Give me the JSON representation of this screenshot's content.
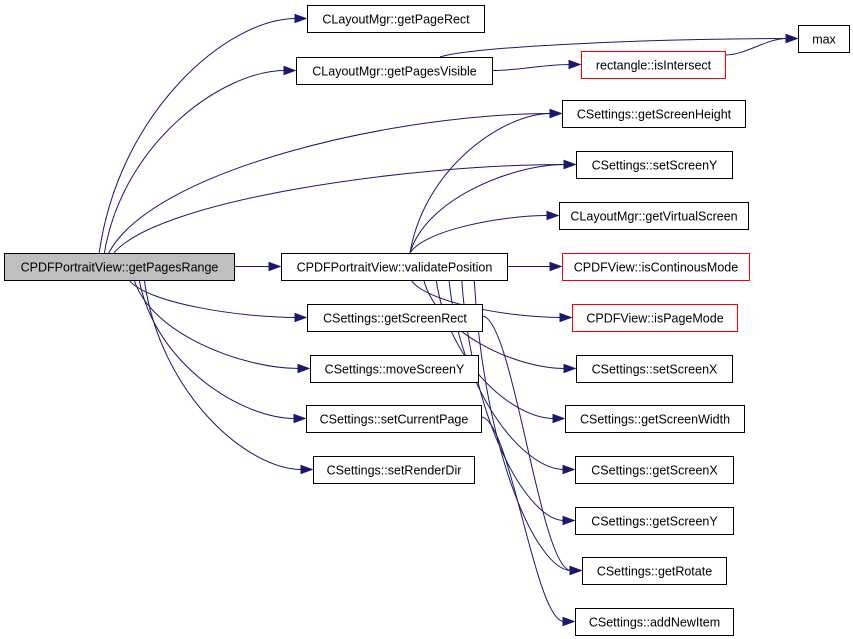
{
  "diagram": {
    "colors": {
      "edge": "#191970",
      "node_border": "#000000",
      "node_border_external": "#ff0000",
      "node_fill": "#ffffff",
      "root_fill": "#bfbfbf"
    },
    "nodes": [
      {
        "id": "root",
        "label": "CPDFPortraitView::getPagesRange",
        "style": "root"
      },
      {
        "id": "getPageRect",
        "label": "CLayoutMgr::getPageRect",
        "style": "normal"
      },
      {
        "id": "getPagesVisible",
        "label": "CLayoutMgr::getPagesVisible",
        "style": "normal"
      },
      {
        "id": "isIntersect",
        "label": "rectangle::isIntersect",
        "style": "external"
      },
      {
        "id": "max",
        "label": "max",
        "style": "normal"
      },
      {
        "id": "getScreenHeight",
        "label": "CSettings::getScreenHeight",
        "style": "normal"
      },
      {
        "id": "setScreenY",
        "label": "CSettings::setScreenY",
        "style": "normal"
      },
      {
        "id": "getVirtualScreen",
        "label": "CLayoutMgr::getVirtualScreen",
        "style": "normal"
      },
      {
        "id": "validatePosition",
        "label": "CPDFPortraitView::validatePosition",
        "style": "normal"
      },
      {
        "id": "isContinousMode",
        "label": "CPDFView::isContinousMode",
        "style": "external"
      },
      {
        "id": "isPageMode",
        "label": "CPDFView::isPageMode",
        "style": "external"
      },
      {
        "id": "getScreenRect",
        "label": "CSettings::getScreenRect",
        "style": "normal"
      },
      {
        "id": "moveScreenY",
        "label": "CSettings::moveScreenY",
        "style": "normal"
      },
      {
        "id": "setCurrentPage",
        "label": "CSettings::setCurrentPage",
        "style": "normal"
      },
      {
        "id": "setRenderDir",
        "label": "CSettings::setRenderDir",
        "style": "normal"
      },
      {
        "id": "setScreenX",
        "label": "CSettings::setScreenX",
        "style": "normal"
      },
      {
        "id": "getScreenWidth",
        "label": "CSettings::getScreenWidth",
        "style": "normal"
      },
      {
        "id": "getScreenX",
        "label": "CSettings::getScreenX",
        "style": "normal"
      },
      {
        "id": "getScreenY",
        "label": "CSettings::getScreenY",
        "style": "normal"
      },
      {
        "id": "getRotate",
        "label": "CSettings::getRotate",
        "style": "normal"
      },
      {
        "id": "addNewItem",
        "label": "CSettings::addNewItem",
        "style": "normal"
      }
    ],
    "edges": [
      [
        "root",
        "getPageRect"
      ],
      [
        "root",
        "getPagesVisible"
      ],
      [
        "root",
        "getScreenHeight"
      ],
      [
        "root",
        "setScreenY"
      ],
      [
        "root",
        "validatePosition"
      ],
      [
        "root",
        "getScreenRect"
      ],
      [
        "root",
        "moveScreenY"
      ],
      [
        "root",
        "setCurrentPage"
      ],
      [
        "root",
        "setRenderDir"
      ],
      [
        "getPagesVisible",
        "isIntersect"
      ],
      [
        "getPagesVisible",
        "max"
      ],
      [
        "isIntersect",
        "max"
      ],
      [
        "validatePosition",
        "getScreenHeight"
      ],
      [
        "validatePosition",
        "setScreenY"
      ],
      [
        "validatePosition",
        "getVirtualScreen"
      ],
      [
        "validatePosition",
        "isContinousMode"
      ],
      [
        "validatePosition",
        "isPageMode"
      ],
      [
        "validatePosition",
        "setScreenX"
      ],
      [
        "validatePosition",
        "getScreenWidth"
      ],
      [
        "validatePosition",
        "getScreenX"
      ],
      [
        "validatePosition",
        "getScreenY"
      ],
      [
        "validatePosition",
        "getRotate"
      ],
      [
        "getScreenRect",
        "getRotate"
      ],
      [
        "setCurrentPage",
        "addNewItem"
      ]
    ]
  }
}
